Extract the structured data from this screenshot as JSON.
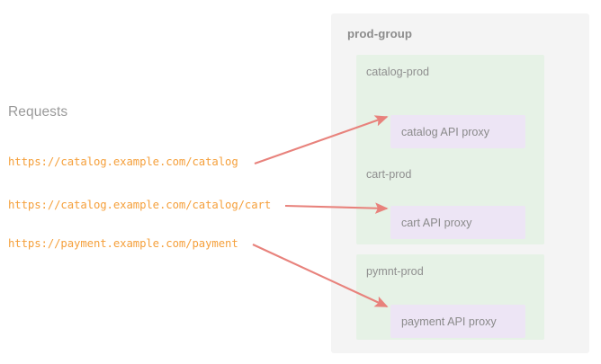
{
  "requests": {
    "title": "Requests",
    "items": [
      {
        "url": "https://catalog.example.com/catalog"
      },
      {
        "url": "https://catalog.example.com/catalog/cart"
      },
      {
        "url": "https://payment.example.com/payment"
      }
    ]
  },
  "group": {
    "title": "prod-group",
    "environments": [
      {
        "name": "catalog-prod",
        "proxy": "catalog API proxy"
      },
      {
        "name": "cart-prod",
        "proxy": "cart API proxy"
      },
      {
        "name": "pymnt-prod",
        "proxy": "payment API proxy"
      }
    ]
  },
  "connections": [
    {
      "from": "https://catalog.example.com/catalog",
      "to": "catalog API proxy"
    },
    {
      "from": "https://catalog.example.com/catalog/cart",
      "to": "cart API proxy"
    },
    {
      "from": "https://payment.example.com/payment",
      "to": "payment API proxy"
    }
  ],
  "colors": {
    "background": "#FFFFFF",
    "group_panel": "#F4F4F4",
    "environment_panel": "#E6F2E6",
    "proxy_box": "#EDE5F5",
    "url_text": "#F5A03C",
    "label_text": "#8F8F8F",
    "arrow": "#E8827C"
  }
}
